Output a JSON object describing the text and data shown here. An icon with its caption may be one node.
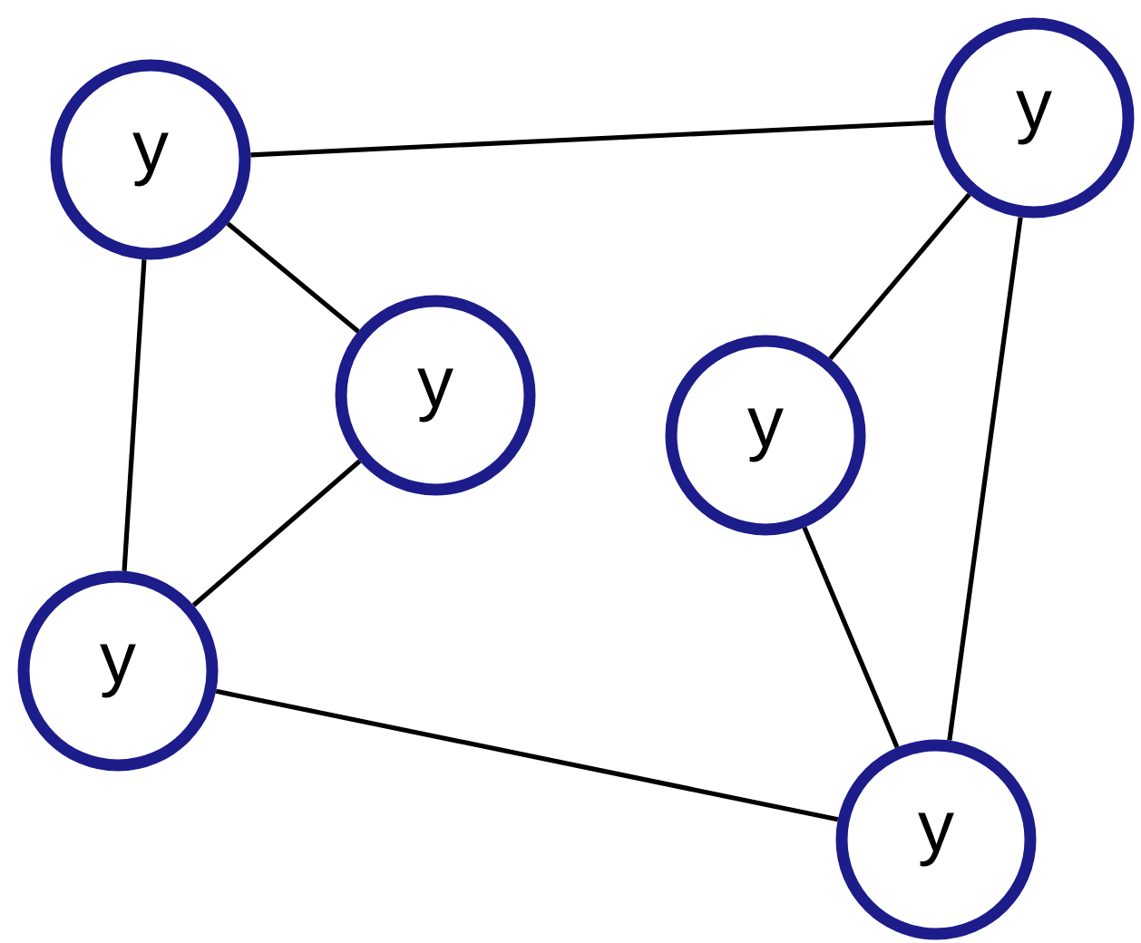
{
  "diagram": {
    "nodes": [
      {
        "text": [
          "y"
        ]
      },
      {
        "text": [
          "y"
        ]
      },
      {
        "text": [
          "y"
        ]
      },
      {
        "text": [
          "y"
        ]
      },
      {
        "text": [
          "y"
        ]
      },
      {
        "text": [
          "y"
        ]
      }
    ],
    "edges": [
      {
        "from": 0,
        "to": 3,
        "arrow": "none"
      },
      {
        "from": 0,
        "to": 1,
        "arrow": "none"
      },
      {
        "from": 0,
        "to": 2,
        "arrow": "none"
      },
      {
        "from": 1,
        "to": 2,
        "arrow": "none"
      },
      {
        "from": 2,
        "to": 5,
        "arrow": "none"
      },
      {
        "from": 3,
        "to": 4,
        "arrow": "none"
      },
      {
        "from": 3,
        "to": 5,
        "arrow": "none"
      },
      {
        "from": 4,
        "to": 5,
        "arrow": "none"
      }
    ]
  }
}
